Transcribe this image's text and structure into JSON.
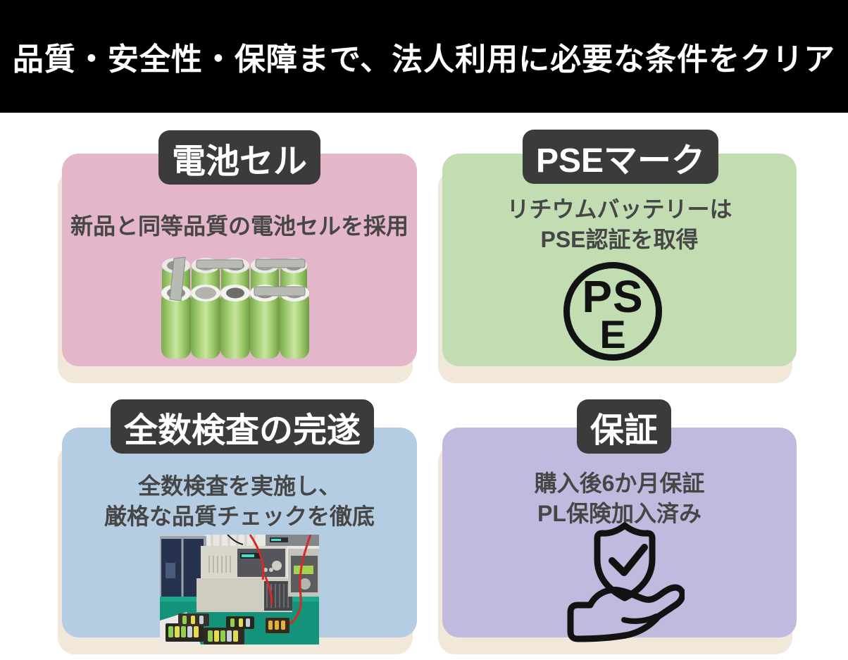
{
  "header": {
    "title": "品質・安全性・保障まで、法人利用に必要な条件をクリア"
  },
  "colors": {
    "page_bg": "#ffffff",
    "header_bg": "#000000",
    "header_text": "#ffffff",
    "badge_bg": "#3b3b3b",
    "badge_text": "#ffffff",
    "body_text": "#464646",
    "card_shadow": "#f1e8d9",
    "card_pink": "#e3b6ca",
    "card_green": "#c3ddb3",
    "card_blue": "#b5cde2",
    "card_purple": "#c1bade",
    "icon_line": "#121212"
  },
  "cards": [
    {
      "badge": "電池セル",
      "line1": "新品と同等品質の電池セルを採用",
      "bg": "#e3b6ca",
      "icon": "battery-cells-image"
    },
    {
      "badge": "PSEマーク",
      "line1": "リチウムバッテリーは",
      "line2": "PSE認証を取得",
      "bg": "#c3ddb3",
      "icon": "pse-mark-icon",
      "pse_top": "PS",
      "pse_bottom": "E"
    },
    {
      "badge": "全数検査の完遂",
      "line1": "全数検査を実施し、",
      "line2": "厳格な品質チェックを徹底",
      "bg": "#b5cde2",
      "icon": "inspection-photo"
    },
    {
      "badge": "保証",
      "line1": "購入後6か月保証",
      "line2": "PL保険加入済み",
      "bg": "#c1bade",
      "icon": "shield-check-hand-icon"
    }
  ]
}
